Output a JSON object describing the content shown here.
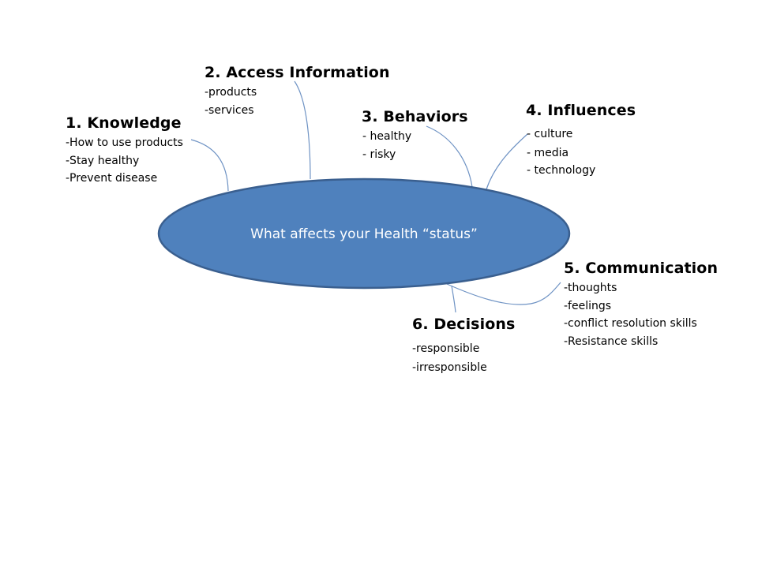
{
  "center": {
    "label": "What affects your Health “status”",
    "fill": "#4f81bd",
    "stroke": "#3a5f8f"
  },
  "connector_color": "#6f93c4",
  "factors": [
    {
      "title": "1. Knowledge",
      "items": [
        "-How to use products",
        "-Stay healthy",
        "-Prevent disease"
      ]
    },
    {
      "title": "2. Access Information",
      "items": [
        "-products",
        "-services"
      ]
    },
    {
      "title": "3. Behaviors",
      "items": [
        " - healthy",
        " - risky"
      ]
    },
    {
      "title": "4. Influences",
      "items": [
        " - culture",
        " - media",
        " - technology"
      ]
    },
    {
      "title": "5. Communication",
      "items": [
        "-thoughts",
        "-feelings",
        "-conflict resolution skills",
        "-Resistance skills"
      ]
    },
    {
      "title": "6. Decisions",
      "items": [
        " -responsible",
        "-irresponsible"
      ]
    }
  ]
}
